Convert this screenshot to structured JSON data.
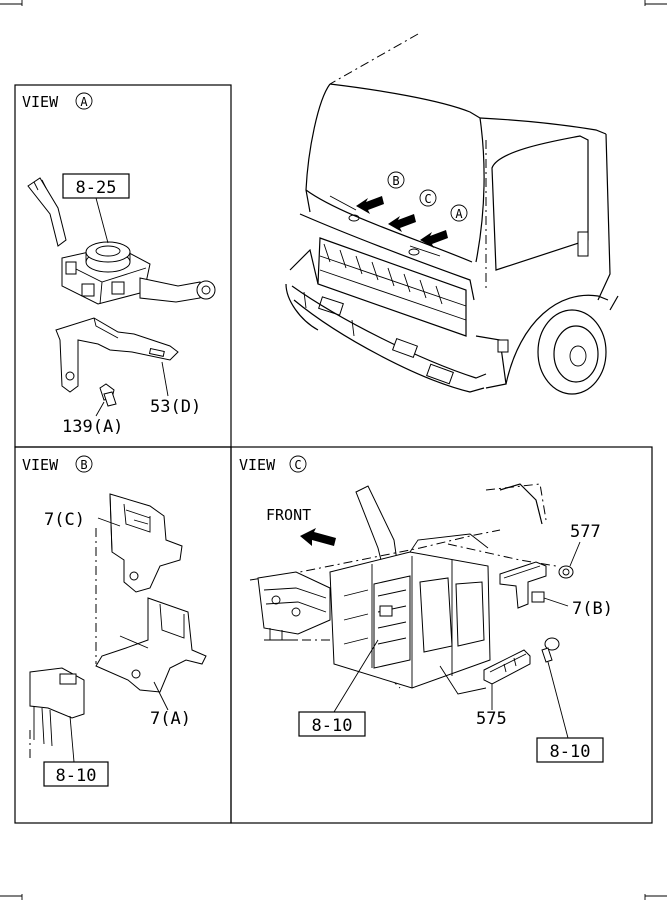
{
  "views": {
    "a": {
      "title": "VIEW",
      "letter": "A"
    },
    "b": {
      "title": "VIEW",
      "letter": "B"
    },
    "c": {
      "title": "VIEW",
      "letter": "C"
    }
  },
  "truck": {
    "markers": [
      "B",
      "C",
      "A"
    ]
  },
  "labels": {
    "a_8_25": "8-25",
    "a_139": "139(A)",
    "a_53": "53(D)",
    "b_7c": "7(C)",
    "b_7a": "7(A)",
    "b_8_10": "8-10",
    "c_front": "FRONT",
    "c_577": "577",
    "c_7b": "7(B)",
    "c_575": "575",
    "c_8_10_left": "8-10",
    "c_8_10_right": "8-10"
  }
}
